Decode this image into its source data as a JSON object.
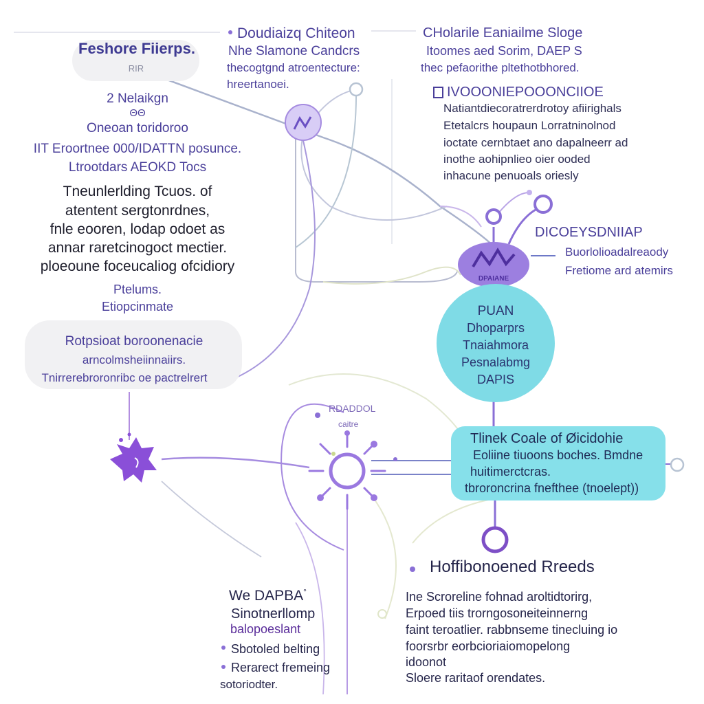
{
  "colors": {
    "purple": "#8a6fd6",
    "purple_dark": "#6a4fc3",
    "cyan": "#7fdbe6",
    "line_grey": "#b9bfd4",
    "line_green": "#dbe6c5",
    "text_purple": "#4a3f9a"
  },
  "left_panel": {
    "title": "Feshore Fiierps.",
    "tag": "RIR",
    "line1": "2 Nelaikgn",
    "line2": "ΘΘ",
    "line3": "Oneoan toridoroo",
    "line4": "IIT Eroortnee 000/IDATTN posunce.",
    "line5": "Ltrootdars AEOKD Tocs",
    "body": [
      "Tneunlerlding Tcuos. of",
      "atentent sergtonrdnes,",
      "fnle eooren, lodap odoet as",
      "annar raretcinogoct mectier.",
      "ploeoune foceucaliog ofcidiory"
    ],
    "small1": "Ptelums.",
    "small2": "Etiopcinmate"
  },
  "left_box": {
    "line1": "Rotpsioat boroonenacie",
    "line2": "arncolmsheiinnaiirs.",
    "line3": "Tnirrerebroronribc oe pactrelrert"
  },
  "top_center": {
    "heading": "Doudiaizq Chiteon",
    "line1": "Nhe Slamone Candcrs",
    "line2": "thecogtgnd atroentecture:",
    "line3": "hreertanoei."
  },
  "top_right": {
    "heading": "CHolarile Eaniailme Sloge",
    "line1": "Itoomes aed Sorim, DAEP S",
    "line2": "thec pefaorithe pltethotbhored.",
    "sub_heading": "IVOOONIEPOOONCIIOE",
    "body": [
      "Natiantdiecoratrerdrotoy afiirighals",
      "Etetalcrs houpaun Lorratninolnod",
      "ioctate cernbtaet ano dapalneerr ad",
      "inothe aohipnlieo oier ooded",
      "inhacune penuoals oriesly"
    ]
  },
  "right_label": {
    "heading": "DICOEYSDNIIAP",
    "line1": "Buorlolioadalreaody",
    "line2": "Fretiome ard atemirs"
  },
  "hub": {
    "label": "DPAIANE"
  },
  "circle_node": {
    "lines": [
      "PUAN",
      "Dhoparprs",
      "Tnaiahmora",
      "Pesnalabmg",
      "DAPIS"
    ]
  },
  "rect_node": {
    "lines": [
      "Tlinek Coale of Øicidohie",
      "Eoliine tiuoons boches. Bmdne",
      "huitimerctcras.",
      "tbroroncrina fnefthee (tnoelept))"
    ]
  },
  "sun_node": {
    "label1": "RDADDOL",
    "label2": "caitre"
  },
  "bottom_left": {
    "heading": "We DAPBA",
    "heading_sup": "°",
    "line1": "Sinotnerllomp",
    "line2": "balopoeslant",
    "bullets": [
      "Sbotoled belting",
      "Rerarect fremeing"
    ],
    "last": "sotoriodter."
  },
  "bottom_right": {
    "heading": "Hoffibonoened Rreeds",
    "body": [
      "Ine Scroreline fohnad aroltidtorirg,",
      "Erpoed tiis trorngosoneiteinnerng",
      "faint teroatlier. rabbnseme tinecluing io",
      "foorsrbr eorbcioriaiomopelong",
      "idoonot",
      "Sloere raritaof orendates."
    ]
  }
}
